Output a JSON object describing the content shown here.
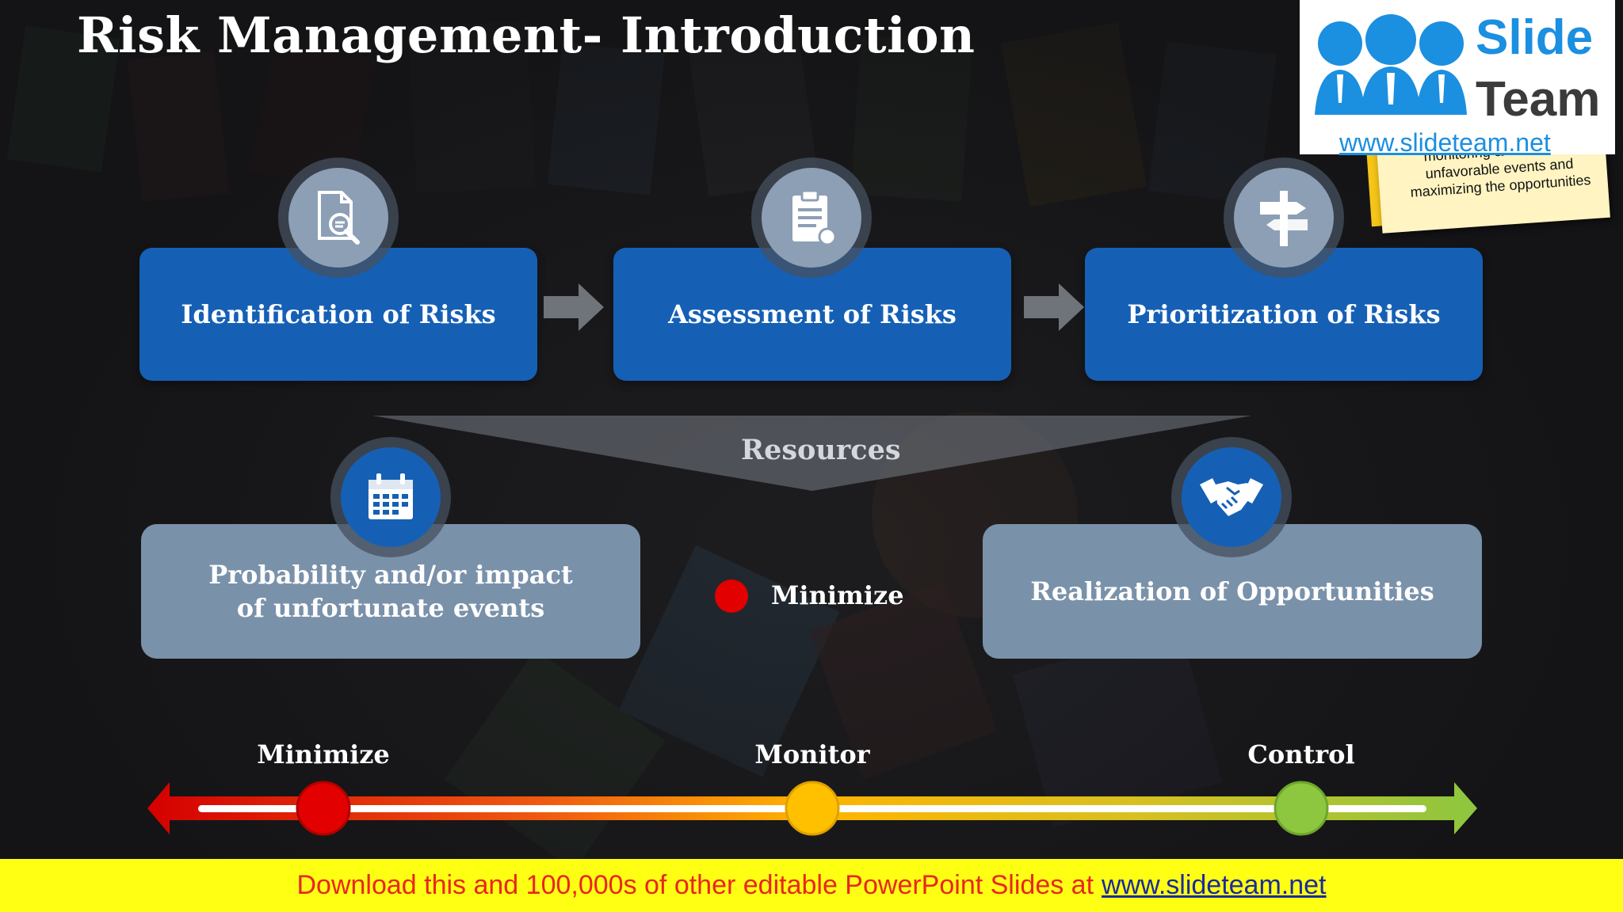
{
  "slide": {
    "title": "Risk Management- Introduction"
  },
  "logo": {
    "slide_word": "Slide",
    "team_word": "Team",
    "url": "www.slideteam.net",
    "note_text": "monitoring & controlling unfavorable events and maximizing the opportunities"
  },
  "steps": [
    {
      "label": "Identification of Risks",
      "icon": "document-search-icon"
    },
    {
      "label": "Assessment of Risks",
      "icon": "clipboard-icon"
    },
    {
      "label": "Prioritization of Risks",
      "icon": "signpost-icon"
    }
  ],
  "resources_label": "Resources",
  "outcomes": [
    {
      "label": "Probability and/or impact of unfortunate events",
      "icon": "calendar-icon"
    },
    {
      "label": "Realization of Opportunities",
      "icon": "handshake-icon"
    }
  ],
  "legend": {
    "label": "Minimize",
    "color": "#e20000"
  },
  "scale": {
    "labels": [
      "Minimize",
      "Monitor",
      "Control"
    ],
    "colors": [
      "#e20000",
      "#ffc000",
      "#8dc63f"
    ]
  },
  "footer": {
    "text": "Download this and 100,000s of other editable PowerPoint Slides at",
    "url": "www.slideteam.net"
  },
  "colors": {
    "step_blue": "#1560b5",
    "outcome_grey": "#7a91aa",
    "footer_yellow": "#ffff14",
    "footer_text_red": "#e8271c"
  }
}
